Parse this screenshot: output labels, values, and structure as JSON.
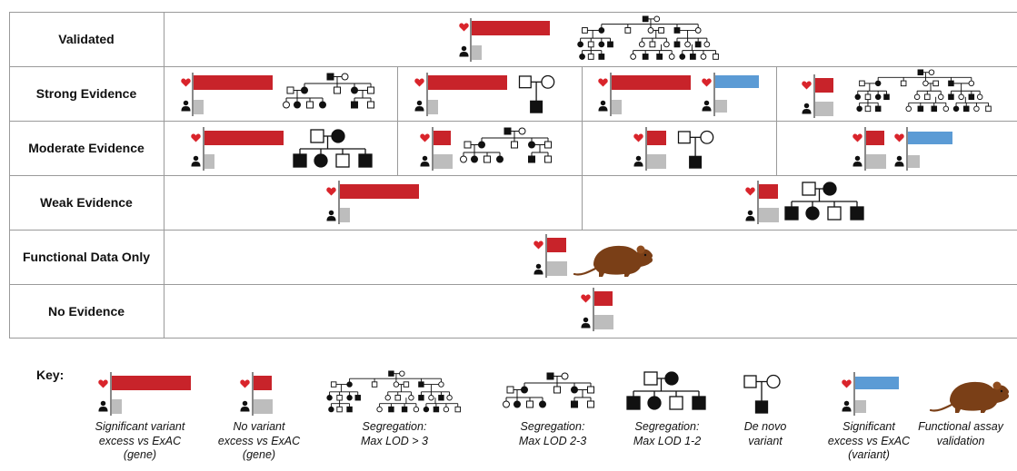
{
  "rows": [
    {
      "label": "Validated"
    },
    {
      "label": "Strong Evidence"
    },
    {
      "label": "Moderate Evidence"
    },
    {
      "label": "Weak Evidence"
    },
    {
      "label": "Functional Data Only"
    },
    {
      "label": "No Evidence"
    }
  ],
  "key": {
    "title": "Key:",
    "items": [
      {
        "icon": "significant-variant-excess-gene",
        "caption": [
          "Significant variant",
          "excess vs ExAC",
          "(gene)"
        ]
      },
      {
        "icon": "no-variant-excess-gene",
        "caption": [
          "No variant",
          "excess vs ExAC",
          "(gene)"
        ]
      },
      {
        "icon": "segregation-lod-gt-3",
        "caption": [
          "Segregation:",
          "Max LOD > 3"
        ]
      },
      {
        "icon": "segregation-lod-2-3",
        "caption": [
          "Segregation:",
          "Max LOD 2-3"
        ]
      },
      {
        "icon": "segregation-lod-1-2",
        "caption": [
          "Segregation:",
          "Max LOD 1-2"
        ]
      },
      {
        "icon": "de-novo-pedigree",
        "caption": [
          "De novo",
          "variant"
        ]
      },
      {
        "icon": "significant-variant-excess-variant",
        "caption": [
          "Significant",
          "excess vs ExAC",
          "(variant)"
        ]
      },
      {
        "icon": "rat-icon",
        "caption": [
          "Functional assay",
          "validation"
        ]
      }
    ]
  },
  "colors": {
    "red": "#c8232a",
    "blue": "#5b9bd5",
    "gray": "#bdbdbd",
    "rat": "#7a3f17",
    "grid": "#9a9a9a"
  }
}
